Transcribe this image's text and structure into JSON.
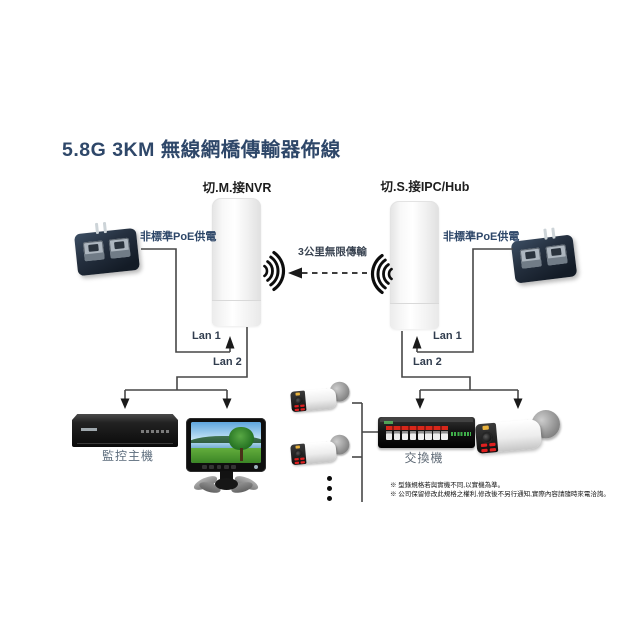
{
  "title": "5.8G 3KM 無線網橋傳輸器佈線",
  "left": {
    "bridge_label": "切.M.接NVR",
    "poe_label": "非標準PoE供電",
    "lan1": "Lan 1",
    "lan2": "Lan 2"
  },
  "right": {
    "bridge_label": "切.S.接IPC/Hub",
    "poe_label": "非標準PoE供電",
    "lan1": "Lan 1",
    "lan2": "Lan 2"
  },
  "wireless_link": {
    "label": "3公里無限傳輸"
  },
  "devices": {
    "nvr_label": "監控主機",
    "switch_label": "交換機"
  },
  "notes": {
    "line1": "※ 型錄規格若與實機不同,以實機為準。",
    "line2": "※ 公司保留修改此規格之權利,修改後不另行通知,實際內容請隨時來電洽詢。"
  },
  "icons": {
    "wave_left": "radio-waves-right",
    "wave_right": "radio-waves-left",
    "link_arrow": "dashed-arrow-left"
  },
  "colors": {
    "title_blue": "#2e4769",
    "line_gray": "#474747",
    "camera_led_red": "#e02020",
    "switch_text_green": "#3fae4a",
    "poe_body_navy": "#25303f"
  }
}
